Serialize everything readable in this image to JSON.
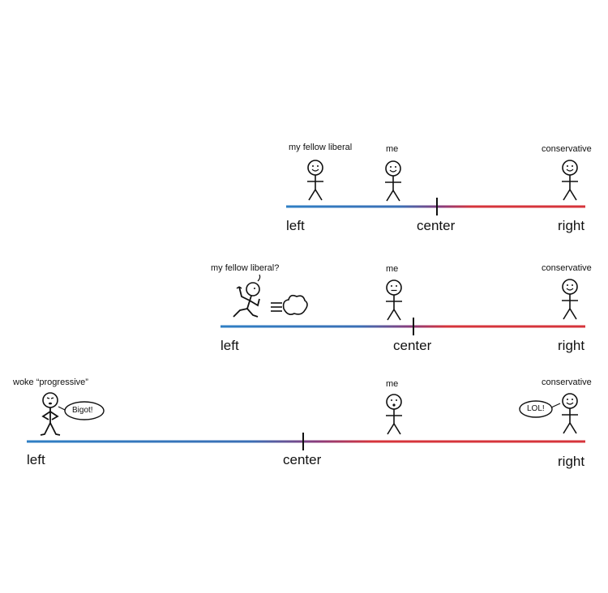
{
  "panels": [
    {
      "labels": {
        "fellow": "my fellow liberal",
        "me": "me",
        "conservative": "conservative"
      },
      "axis": {
        "left": "left",
        "center": "center",
        "right": "right"
      }
    },
    {
      "labels": {
        "fellow": "my fellow liberal?",
        "me": "me",
        "conservative": "conservative"
      },
      "axis": {
        "left": "left",
        "center": "center",
        "right": "right"
      }
    },
    {
      "labels": {
        "woke": "woke “progressive”",
        "me": "me",
        "conservative": "conservative"
      },
      "bubbles": {
        "woke": "Bigot!",
        "conservative": "LOL!"
      },
      "axis": {
        "left": "left",
        "center": "center",
        "right": "right"
      }
    }
  ],
  "colors": {
    "left_blue": "#2f7fc4",
    "right_red": "#d6343b",
    "mid_purple": "#7a3f8a",
    "ink": "#111111"
  }
}
